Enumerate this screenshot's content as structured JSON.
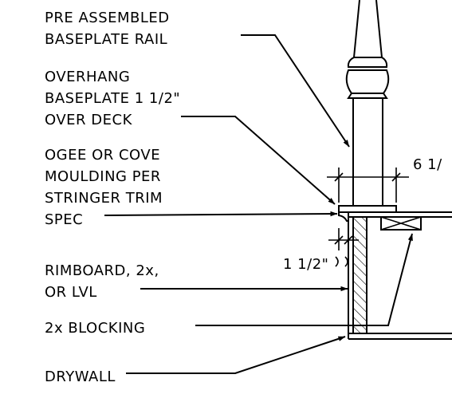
{
  "labels": {
    "baseplate_rail": [
      "PRE ASSEMBLED",
      "BASEPLATE RAIL"
    ],
    "overhang": [
      "OVERHANG",
      "BASEPLATE 1 1/2\"",
      "OVER DECK"
    ],
    "moulding": [
      "OGEE OR COVE",
      "MOULDING PER",
      "STRINGER TRIM",
      "SPEC"
    ],
    "rimboard": [
      "RIMBOARD, 2x,",
      "OR LVL"
    ],
    "blocking": "2x BLOCKING",
    "drywall": "DRYWALL"
  },
  "dimensions": {
    "post_width": "6 1/",
    "overhang": "1 1/2\""
  }
}
